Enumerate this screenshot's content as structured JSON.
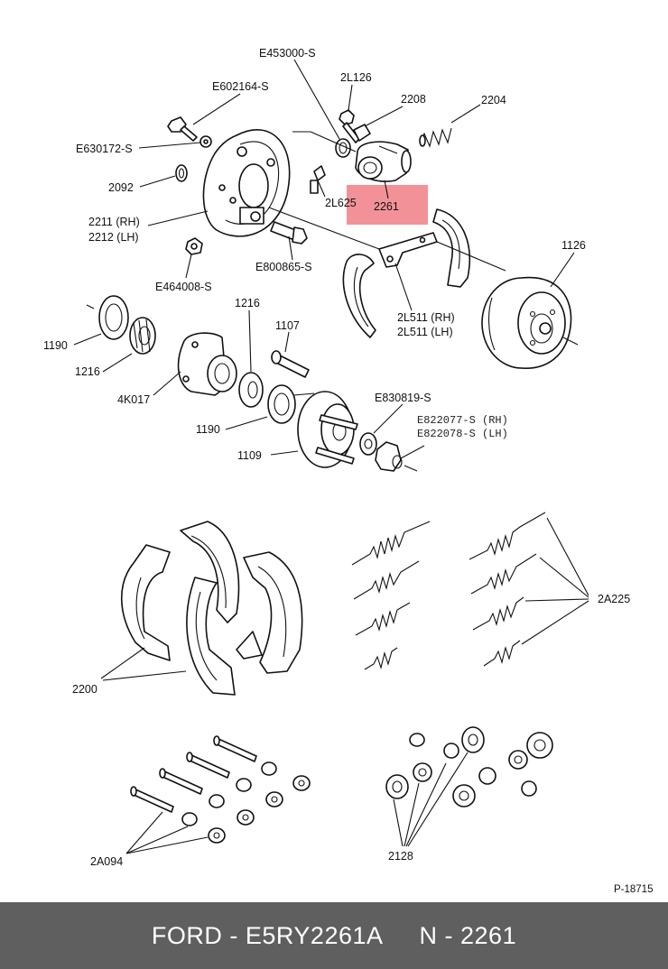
{
  "labels": {
    "e453000s": "E453000-S",
    "l2l126": "2L126",
    "e602164s": "E602164-S",
    "l2208": "2208",
    "l2204": "2204",
    "e630172s": "E630172-S",
    "l2092": "2092",
    "l2l625": "2L625",
    "l2261": "2261",
    "l2211rh": "2211 (RH)",
    "l2212lh": "2212 (LH)",
    "e800865s": "E800865-S",
    "e464008s": "E464008-S",
    "l1126": "1126",
    "l2l511rh": "2L511 (RH)",
    "l2l511lh": "2L511 (LH)",
    "l1190a": "1190",
    "l1216a": "1216",
    "l1216b": "1216",
    "l1107": "1107",
    "l4k017": "4K017",
    "e830819s": "E830819-S",
    "e822077s": "E822077-S (RH)",
    "e822078s": "E822078-S (LH)",
    "l1190b": "1190",
    "l1109": "1109",
    "l2a225": "2A225",
    "l2200": "2200",
    "l2a094": "2A094",
    "l2128": "2128",
    "ref": "P-18715"
  },
  "highlight_color": "#f07f86",
  "footer": {
    "brand": "FORD - E5RY2261A",
    "part": "N - 2261"
  }
}
